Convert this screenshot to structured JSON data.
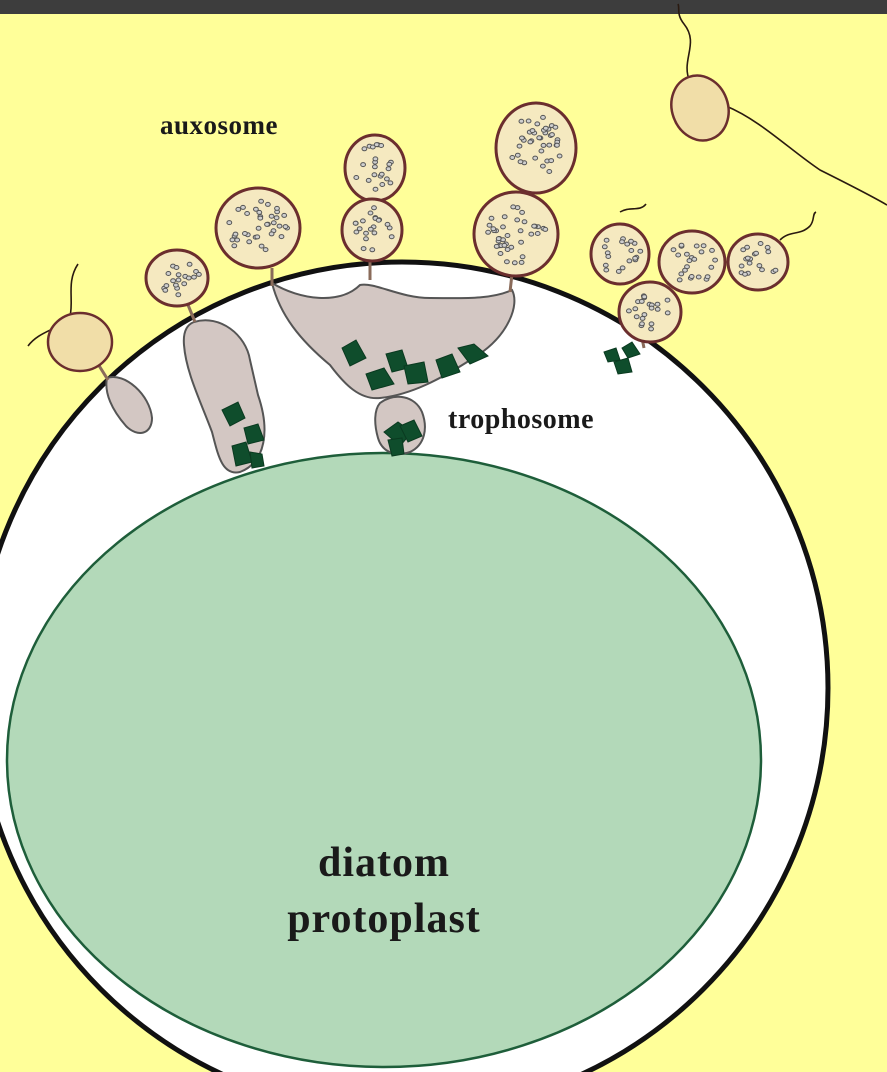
{
  "labels": {
    "auxosome": "auxosome",
    "trophosome": "trophosome",
    "diatom_line1": "diatom",
    "diatom_line2": "protoplast"
  },
  "colors": {
    "background": "#ffff99",
    "top_bar": "#3d3d3d",
    "frustule_fill": "#ffffff",
    "protoplast_fill": "#b3d9b9",
    "protoplast_stroke": "#1e5e3a",
    "auxosome_fill": "#f5e9c0",
    "auxosome_stroke": "#6b2e2e",
    "trophosome_fill": "#d3c7c3",
    "trophosome_stroke": "#555555",
    "granule_fill": "#0f4d2c",
    "swarmer_fill": "#f1dea8"
  }
}
